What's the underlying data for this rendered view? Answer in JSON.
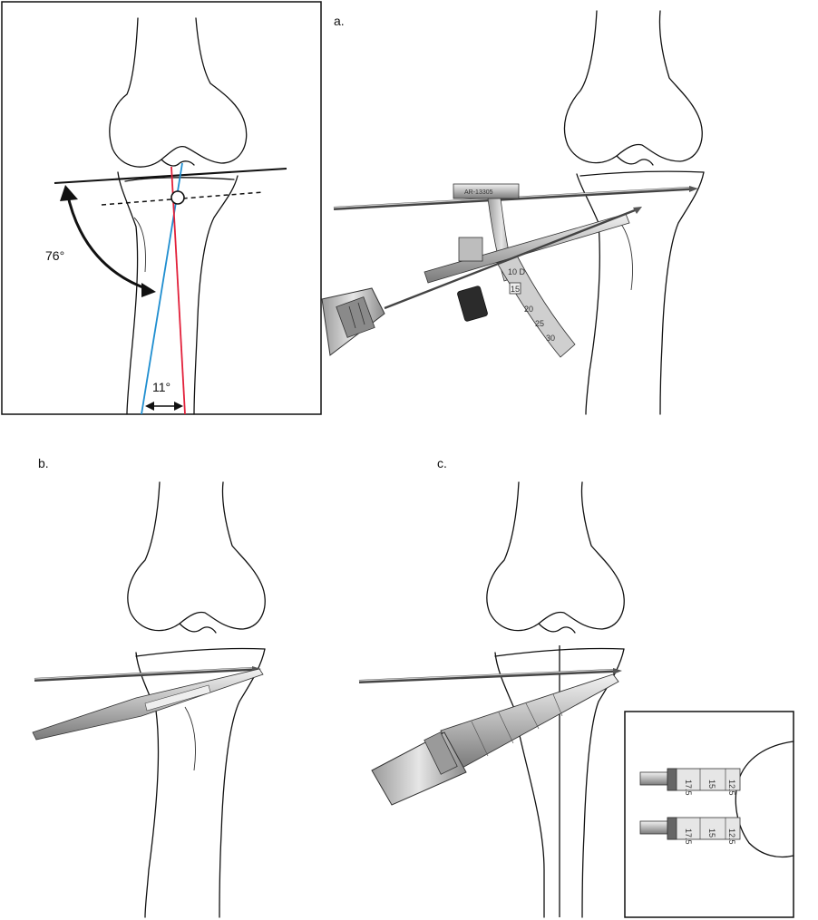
{
  "panels": {
    "a": {
      "label": "a."
    },
    "b": {
      "label": "b."
    },
    "c": {
      "label": "c."
    }
  },
  "inset_a": {
    "angle_main": "76°",
    "angle_small": "11°"
  },
  "guide": {
    "part_number": "AR-13305",
    "scale_top": "10 D",
    "scale_box": "15",
    "scale_marks": [
      "20",
      "25",
      "30"
    ]
  },
  "reamer_inset": {
    "top_marks": [
      "17.5",
      "15",
      "12.5"
    ],
    "bottom_marks": [
      "17.5",
      "15",
      "12.5"
    ]
  },
  "colors": {
    "blue_axis": "#1f8ed0",
    "red_axis": "#e2203a",
    "instrument_fill": "#c9c9c9",
    "instrument_dark": "#555555"
  }
}
